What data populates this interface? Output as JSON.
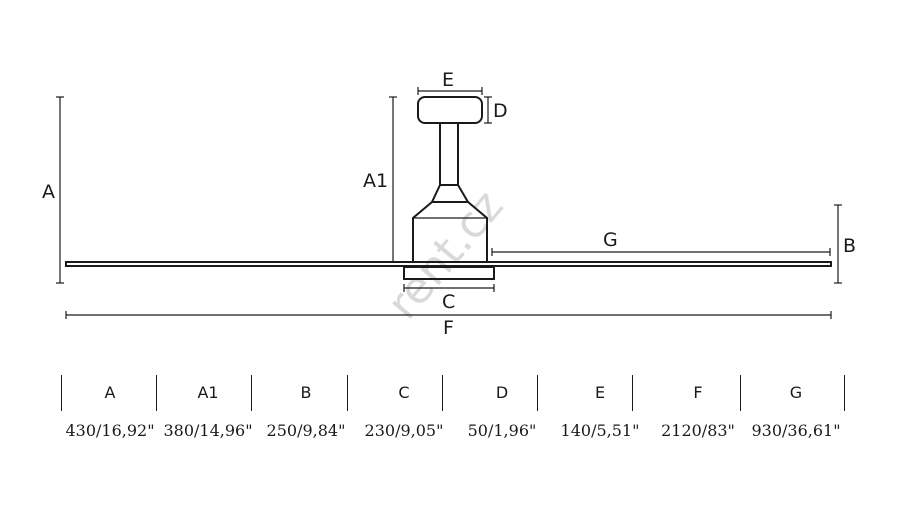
{
  "diagram": {
    "labels": {
      "A": "A",
      "A1": "A1",
      "B": "B",
      "C": "C",
      "D": "D",
      "E": "E",
      "F": "F",
      "G": "G"
    },
    "watermark": "rent.cz"
  },
  "table": {
    "columns": [
      {
        "label": "A",
        "value": "430/16,92\""
      },
      {
        "label": "A1",
        "value": "380/14,96\""
      },
      {
        "label": "B",
        "value": "250/9,84\""
      },
      {
        "label": "C",
        "value": "230/9,05\""
      },
      {
        "label": "D",
        "value": "50/1,96\""
      },
      {
        "label": "E",
        "value": "140/5,51\""
      },
      {
        "label": "F",
        "value": "2120/83\""
      },
      {
        "label": "G",
        "value": "930/36,61\""
      }
    ]
  }
}
